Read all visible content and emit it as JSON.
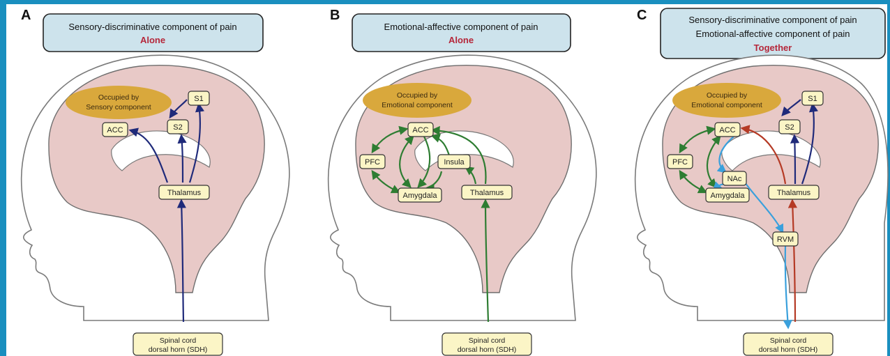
{
  "panels": [
    {
      "letter": "A",
      "title_lines": [
        "Sensory-discriminative component of pain"
      ],
      "title_red": "Alone",
      "occupied": [
        "Occupied by",
        "Sensory component"
      ],
      "nodes": [
        "S1",
        "S2",
        "ACC",
        "Thalamus"
      ],
      "spinal": [
        "Spinal cord",
        "dorsal horn (SDH)"
      ]
    },
    {
      "letter": "B",
      "title_lines": [
        "Emotional-affective component of pain"
      ],
      "title_red": "Alone",
      "occupied": [
        "Occupied by",
        "Emotional component"
      ],
      "nodes": [
        "ACC",
        "PFC",
        "Insula",
        "Amygdala",
        "Thalamus"
      ],
      "spinal": [
        "Spinal cord",
        "dorsal horn (SDH)"
      ]
    },
    {
      "letter": "C",
      "title_lines": [
        "Sensory-discriminative component of pain",
        "Emotional-affective component of pain"
      ],
      "title_red": "Together",
      "occupied": [
        "Occupied by",
        "Emotional component"
      ],
      "nodes": [
        "S1",
        "S2",
        "ACC",
        "PFC",
        "NAc",
        "Amygdala",
        "Thalamus",
        "RVM"
      ],
      "spinal": [
        "Spinal cord",
        "dorsal horn (SDH)"
      ]
    }
  ],
  "colors": {
    "sensory_pathway": "#1f2a7a",
    "emotional_pathway": "#2e7d32",
    "ascending_red": "#b53a25",
    "descending_cyan": "#3aa0dc",
    "title_box": "#cde3ec",
    "node_fill": "#fbf5c6",
    "occupied_fill": "#d9a83c",
    "brain_fill": "#e8c9c7",
    "frame_edge": "#1a8fbf"
  }
}
